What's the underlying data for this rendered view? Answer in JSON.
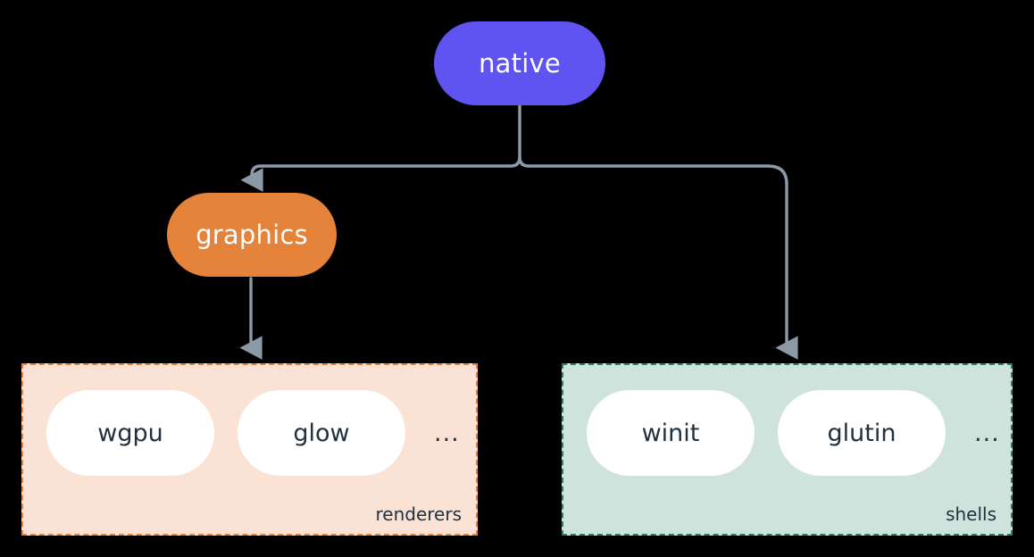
{
  "diagram": {
    "title": "native",
    "background_color": "#000000",
    "connector_color": "#8c9aa8",
    "nodes": [
      {
        "id": "native",
        "label": "native",
        "fill": "#5f53f2",
        "text_color": "#ffffff"
      },
      {
        "id": "graphics",
        "label": "graphics",
        "fill": "#e5833a",
        "text_color": "#ffffff"
      }
    ],
    "groups": [
      {
        "id": "renderers",
        "caption": "renderers",
        "fill": "#fae2d4",
        "border_color": "#e5833a",
        "border_style": "dashed",
        "items": [
          {
            "label": "wgpu"
          },
          {
            "label": "glow"
          }
        ],
        "more_indicator": "..."
      },
      {
        "id": "shells",
        "caption": "shells",
        "fill": "#cfe3dd",
        "border_color": "#2d7d6a",
        "border_style": "dashed",
        "items": [
          {
            "label": "winit"
          },
          {
            "label": "glutin"
          }
        ],
        "more_indicator": "..."
      }
    ],
    "edges": [
      {
        "id": "native-to-graphics",
        "from": "native",
        "to": "graphics",
        "arrow": true
      },
      {
        "id": "native-to-shells",
        "from": "native",
        "to": "shells",
        "arrow": true
      },
      {
        "id": "graphics-to-renderers",
        "from": "graphics",
        "to": "renderers",
        "arrow": true
      }
    ]
  }
}
